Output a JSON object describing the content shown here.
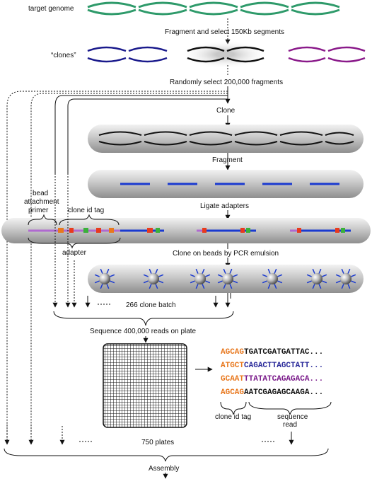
{
  "labels": {
    "target_genome": "target genome",
    "clones": "“clones”",
    "step_fragment_select": "Fragment and select 150Kb segments",
    "step_random_select": "Randomly select 200,000 fragments",
    "step_clone": "Clone",
    "step_fragment": "Fragment",
    "step_ligate": "Ligate adapters",
    "step_beads": "Clone on beads by PCR emulsion",
    "clone_batch": "266 clone batch",
    "step_sequence": "Sequence 400,000 reads on plate",
    "plates": "750 plates",
    "assembly": "Assembly",
    "bead_attachment_1": "bead",
    "bead_attachment_2": "attachment",
    "bead_attachment_3": "primer",
    "clone_id_tag_top": "clone id tag",
    "adapter": "adapter",
    "clone_id_tag_bottom": "clone id tag",
    "sequence_read_1": "sequence",
    "sequence_read_2": "read"
  },
  "reads": [
    {
      "tag": "AGCAG",
      "rest": "TGATCGATGATTAC...",
      "tag_color": "#e8781e",
      "rest_color": "#111111"
    },
    {
      "tag": "ATGCT",
      "rest": "CAGACTTAGCTATT...",
      "tag_color": "#e8781e",
      "rest_color": "#2a2a9a"
    },
    {
      "tag": "GCAAT",
      "rest": "TTATATCAGAGACA...",
      "tag_color": "#e8781e",
      "rest_color": "#7a1a8a"
    },
    {
      "tag": "AGCAG",
      "rest": "AATCGAGAGCAAGA...",
      "tag_color": "#e8781e",
      "rest_color": "#111111"
    }
  ],
  "colors": {
    "genome": "#2e9a6a",
    "clone_blue": "#1a1a8c",
    "clone_black": "#111111",
    "clone_purple": "#8a1a8a",
    "fragment_blue": "#1a3ad0"
  }
}
